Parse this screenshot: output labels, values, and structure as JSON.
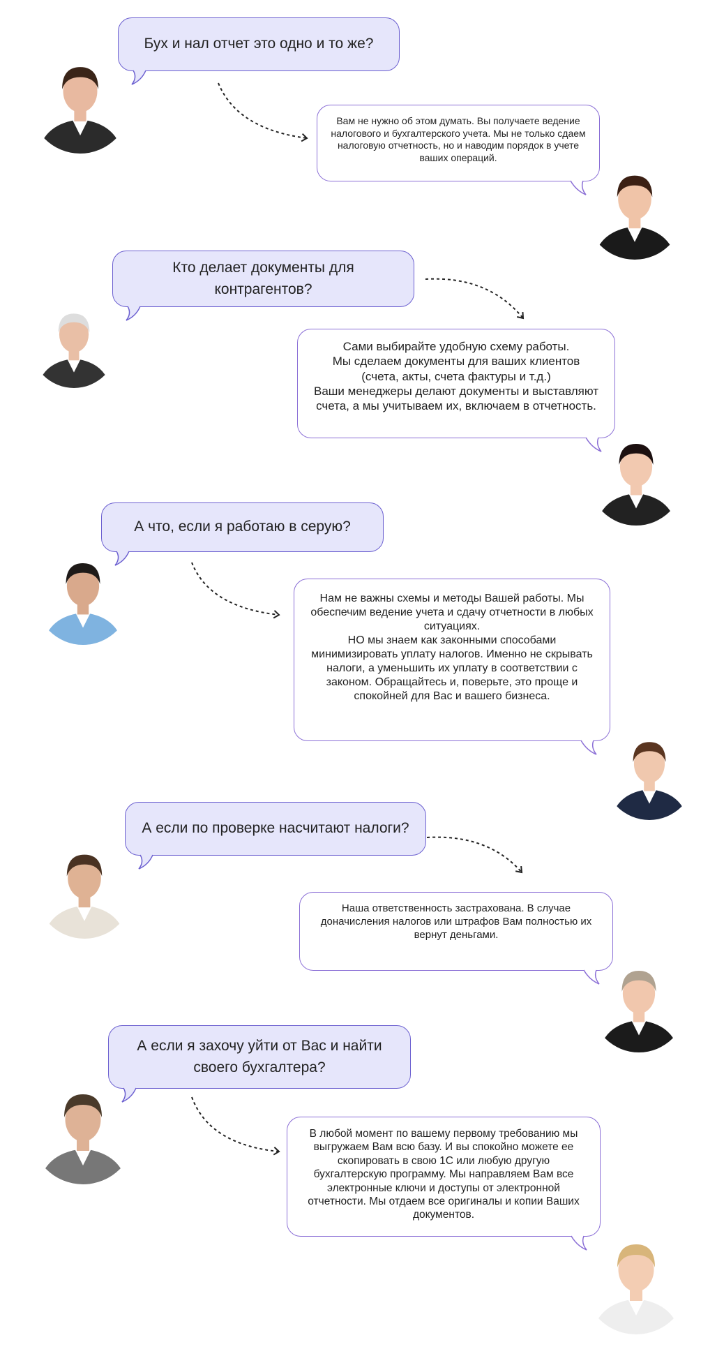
{
  "colors": {
    "question_fill": "#e6e6fb",
    "question_border": "#6b5fd0",
    "answer_border": "#8b6fd6"
  },
  "dialog": [
    {
      "question": "Бух и нал отчет это одно и то же?",
      "answer": "Вам не нужно об этом думать. Вы получаете ведение налогового и бухгалтерского учета. Мы не только сдаем налоговую отчетность, но и наводим порядок в учете ваших операций."
    },
    {
      "question": "Кто делает документы для контрагентов?",
      "answer": "Сами выбирайте удобную схему работы.\nМы сделаем документы для ваших клиентов\n(счета, акты, счета фактуры и т.д.)\nВаши менеджеры делают документы и выставляют счета, а мы учитываем их, включаем в отчетность."
    },
    {
      "question": "А что, если я работаю в серую?",
      "answer": "Нам не важны схемы и методы Вашей работы. Мы обеспечим ведение учета и сдачу отчетности в любых ситуациях.\nНО мы знаем как законными способами минимизировать уплату налогов. Именно не скрывать налоги, а уменьшить их уплату в соответствии с законом. Обращайтесь и, поверьте, это проще и спокойней для Вас и вашего бизнеса."
    },
    {
      "question": "А если по проверке насчитают налоги?",
      "answer": "Наша ответственность застрахована. В случае доначисления налогов или штрафов Вам полностью их вернут деньгами."
    },
    {
      "question": "А если я захочу уйти от Вас и найти своего бухгалтера?",
      "answer": "В любой момент по вашему первому требованию мы выгружаем Вам всю базу. И вы спокойно можете ее скопировать в свою 1С или любую другую бухгалтерскую программу. Мы направляем Вам все электронные ключи и доступы от электронной отчетности. Мы отдаем все оригиналы и копии Ваших документов."
    }
  ]
}
